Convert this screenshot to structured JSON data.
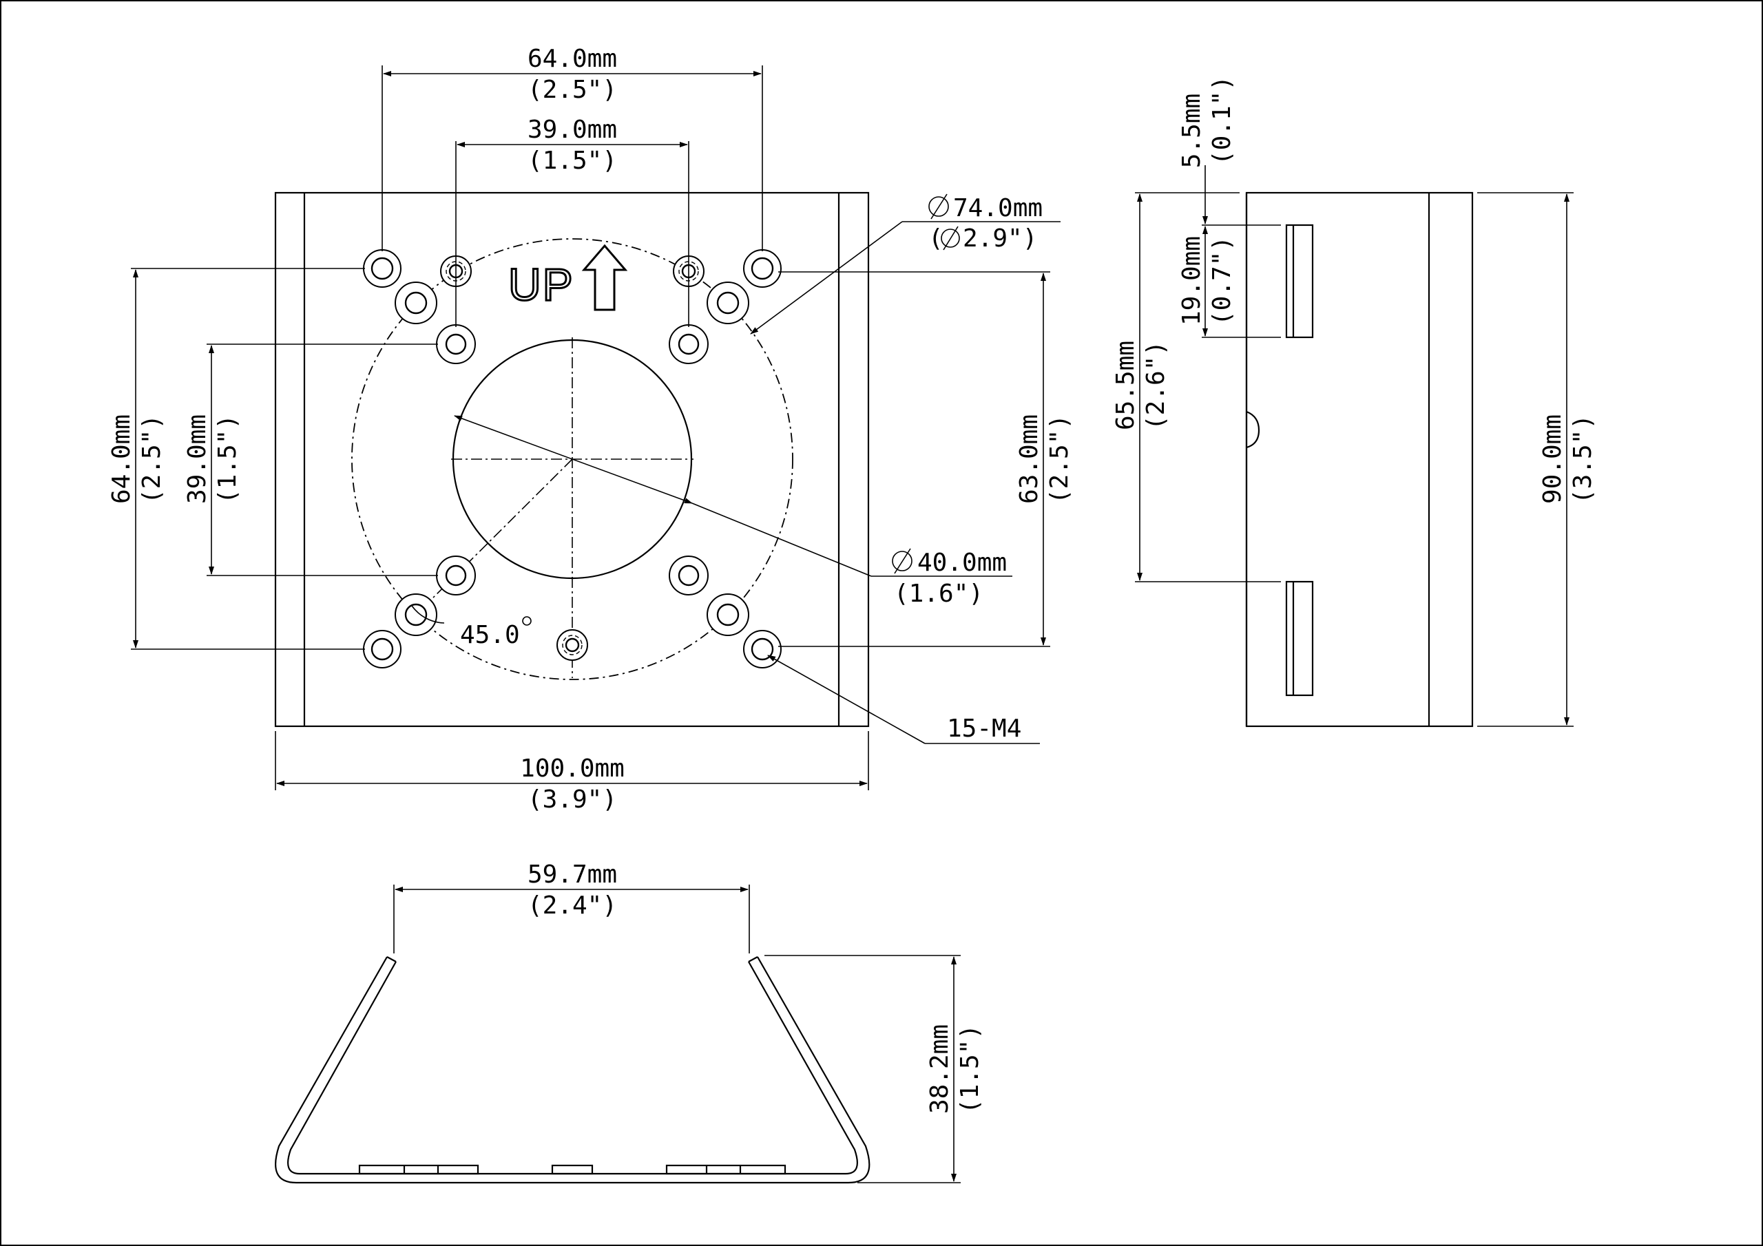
{
  "front_view": {
    "dim_top_outer": {
      "metric": "64.0mm",
      "imperial": "(2.5\")"
    },
    "dim_top_inner": {
      "metric": "39.0mm",
      "imperial": "(1.5\")"
    },
    "dim_left_outer": {
      "metric": "64.0mm",
      "imperial": "(2.5\")"
    },
    "dim_left_inner": {
      "metric": "39.0mm",
      "imperial": "(1.5\")"
    },
    "dim_right": {
      "metric": "63.0mm",
      "imperial": "(2.5\")"
    },
    "dim_pcd": {
      "metric": "∕74.0mm",
      "imperial": "(∕2.9\")",
      "metric_value": "74.0mm",
      "imperial_value": "2.9\")"
    },
    "dim_bore": {
      "metric": "40.0mm",
      "imperial": "(1.6\")"
    },
    "dim_angle": "45.0",
    "dim_width": {
      "metric": "100.0mm",
      "imperial": "(3.9\")"
    },
    "thread_callout": "15-M4",
    "up_label": "UP"
  },
  "side_view": {
    "dim_top_gap": {
      "metric": "5.5mm",
      "imperial": "(0.1\")"
    },
    "dim_tab": {
      "metric": "19.0mm",
      "imperial": "(0.7\")"
    },
    "dim_span": {
      "metric": "65.5mm",
      "imperial": "(2.6\")"
    },
    "dim_height": {
      "metric": "90.0mm",
      "imperial": "(3.5\")"
    }
  },
  "bottom_view": {
    "dim_top_width": {
      "metric": "59.7mm",
      "imperial": "(2.4\")"
    },
    "dim_height": {
      "metric": "38.2mm",
      "imperial": "(1.5\")"
    }
  }
}
